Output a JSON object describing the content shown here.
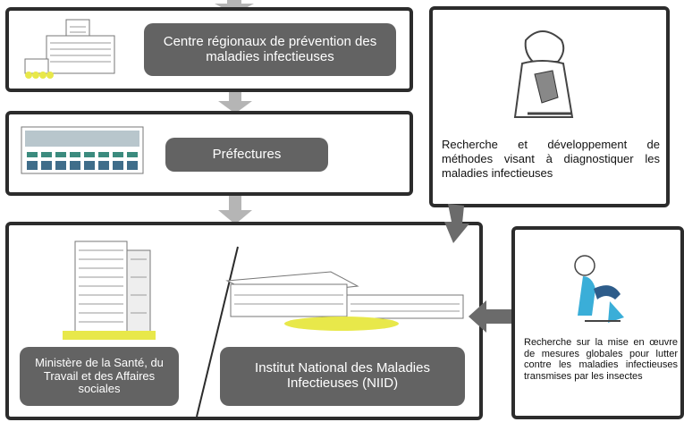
{
  "colors": {
    "box_border": "#2c2c2c",
    "pill_fill": "#636363",
    "pill_text": "#ffffff",
    "arrow_gray": "#b5b5b5",
    "arrow_dark": "#6b6b6b",
    "highlight_yellow": "#e8e84a",
    "accent_cyan": "#3aaed8"
  },
  "icons": {
    "regional_center": "hospital-building-icon",
    "prefectures": "prefecture-building-icon",
    "ministry": "ministry-tower-icon",
    "niid": "institute-campus-icon",
    "research": "researcher-microscope-icon",
    "insect": "scientist-insect-icon"
  },
  "boxes": {
    "regional_center": {
      "label": "Centre régionaux de prévention des maladies infectieuses"
    },
    "prefectures": {
      "label": "Préfectures"
    },
    "main": {
      "ministry_label": "Ministère de la Santé, du Travail et des Affaires sociales",
      "niid_label": "Institut National des Maladies Infectieuses (NIID)"
    },
    "research": {
      "text": "Recherche et développement de méthodes visant à diagnostiquer les maladies infectieuses"
    },
    "insect_measures": {
      "text": "Recherche sur la mise en œuvre de mesures globales pour lutter contre les maladies infectieuses transmises par les insectes"
    }
  }
}
